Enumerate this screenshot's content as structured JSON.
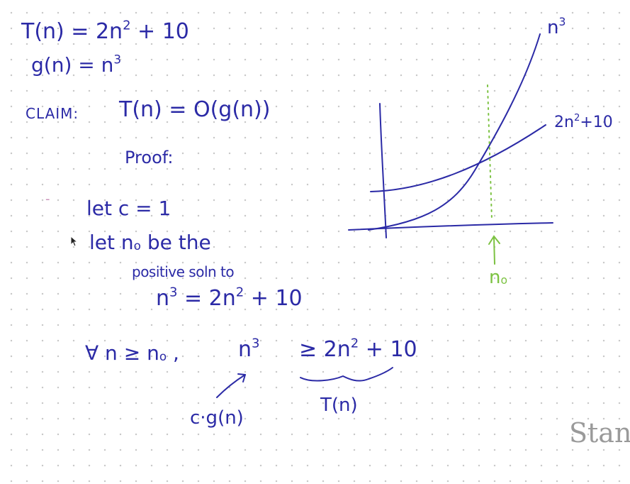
{
  "notes": {
    "t_def": {
      "base": "T(n) = 2n",
      "sup": "2",
      "tail": " + 10"
    },
    "g_def": {
      "base": "g(n) = n",
      "sup": "3"
    },
    "claim_label": "CLAIM:",
    "claim_stmt": "T(n) = O(g(n))",
    "proof_label": "Proof:",
    "dash": "-",
    "let_c": "let c = 1",
    "let_n0": {
      "pre": "let n",
      "sub": "o",
      "post": " be the"
    },
    "positive_soln": "positive soln to",
    "equation": {
      "lhs_base": "n",
      "lhs_sup": "3",
      "mid": " = 2n",
      "rhs_sup": "2",
      "tail": " + 10"
    },
    "forall": {
      "pre": "∀ n ≥ n",
      "sub": "o",
      "post": " ,"
    },
    "inequality_lhs": {
      "base": "n",
      "sup": "3"
    },
    "inequality_rhs": {
      "pre": "≥ 2n",
      "sup": "2",
      "tail": " + 10"
    },
    "cg_label": "c·g(n)",
    "tn_label": "T(n)"
  },
  "graph": {
    "curve_n3_label": {
      "base": "n",
      "sup": "3"
    },
    "curve_2n2_label": {
      "pre": "2n",
      "sup": "2",
      "tail": "+10"
    },
    "n0_label": {
      "base": "n",
      "sub": "o"
    }
  },
  "colors": {
    "ink": "#2b2aa6",
    "green": "#7cc242",
    "watermark": "#9a9a9a",
    "dots": "#c9c9c9"
  },
  "watermark": "Stan"
}
